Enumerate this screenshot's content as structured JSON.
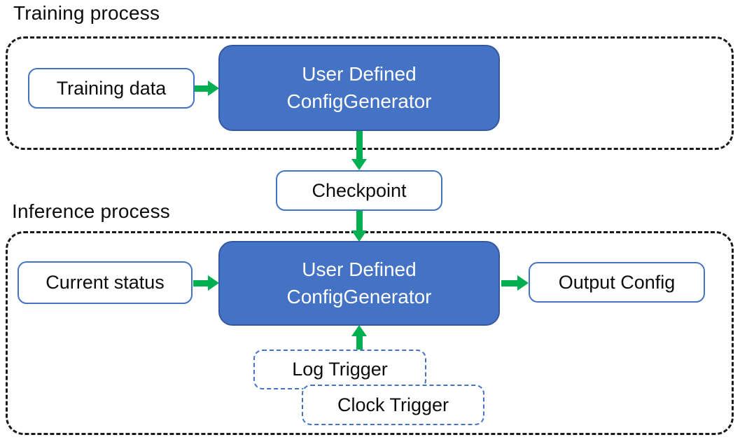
{
  "training": {
    "label": "Training process",
    "input_label": "Training data",
    "generator": {
      "line1": "User Defined",
      "line2": "ConfigGenerator"
    }
  },
  "checkpoint_label": "Checkpoint",
  "inference": {
    "label": "Inference process",
    "input_label": "Current status",
    "generator": {
      "line1": "User Defined",
      "line2": "ConfigGenerator"
    },
    "output_label": "Output Config",
    "triggers": [
      "Log Trigger",
      "Clock Trigger"
    ]
  },
  "colors": {
    "node_fill": "#4472C4",
    "node_border": "#35599E",
    "light_box_border": "#4472C4",
    "arrow_green": "#00B050",
    "container_dash": "#1A1A1A",
    "text": "#0D0D0D"
  }
}
